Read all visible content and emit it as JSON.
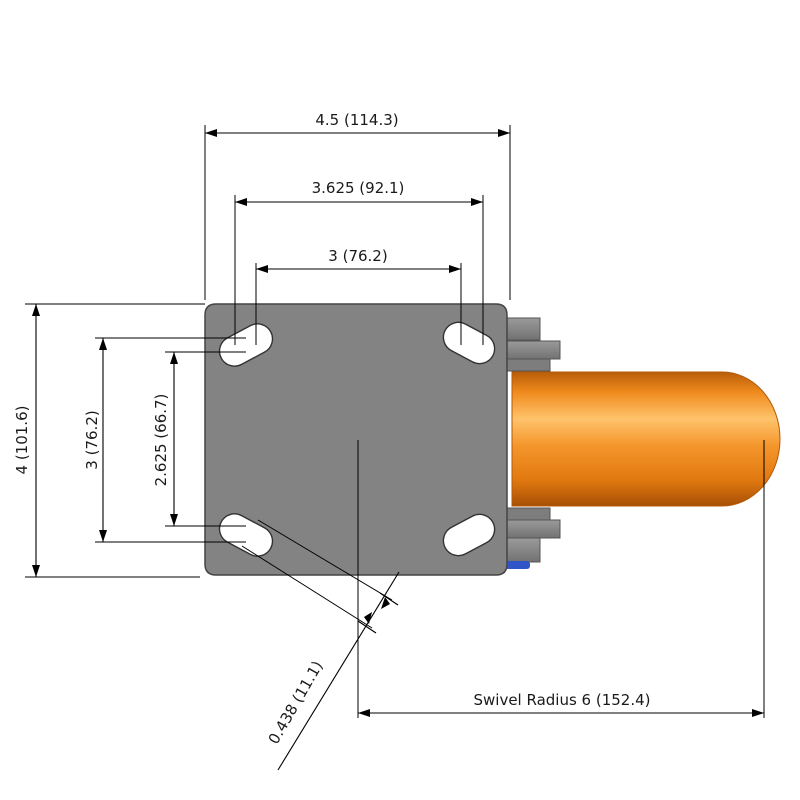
{
  "dimensions": {
    "plate_width": "4.5 (114.3)",
    "hole_span_outer": "3.625 (92.1)",
    "hole_span_inner": "3 (76.2)",
    "plate_length": "4 (101.6)",
    "hole_vertical_outer": "3 (76.2)",
    "hole_vertical_inner": "2.625 (66.7)",
    "bolt_hole": "0.438 (11.1)",
    "swivel_radius": "Swivel Radius 6 (152.4)"
  },
  "colors": {
    "plate": "#838383",
    "plate_edge": "#4a4a4a",
    "wheel": "#f08a1c",
    "wheel_dark": "#b85a06",
    "wheel_light": "#ffc46a",
    "fork": "#8a8a8a",
    "hub_accent": "#2f55c8"
  }
}
